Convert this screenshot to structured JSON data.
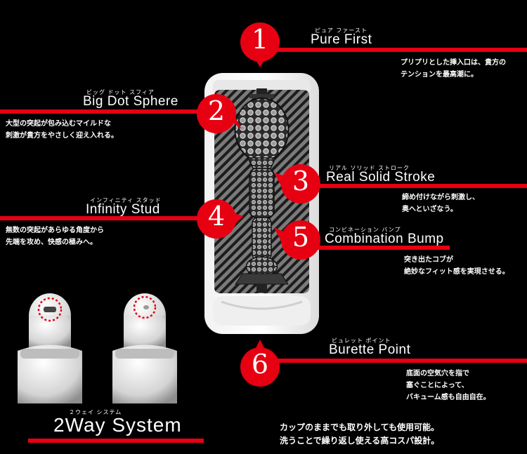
{
  "features": [
    {
      "number": "1",
      "ruby": "ピュア ファースト",
      "title": "Pure First",
      "desc": [
        "プリプリとした挿入口は、貴方の",
        "テンションを最高潮に。"
      ]
    },
    {
      "number": "2",
      "ruby": "ビッグ ドット スフィア",
      "title": "Big Dot Sphere",
      "desc": [
        "大型の突起が包み込むマイルドな",
        "刺激が貴方をやさしく迎え入れる。"
      ]
    },
    {
      "number": "3",
      "ruby": "リアル ソリッド ストローク",
      "title": "Real Solid Stroke",
      "desc": [
        "締め付けながら刺激し、",
        "奥へといざなう。"
      ]
    },
    {
      "number": "4",
      "ruby": "インフィニティ スタッド",
      "title": "Infinity Stud",
      "desc": [
        "無数の突起があらゆる角度から",
        "先端を攻め、快感の極みへ。"
      ]
    },
    {
      "number": "5",
      "ruby": "コンビネーション バンプ",
      "title": "Combination Bump",
      "desc": [
        "突き出たコブが",
        "絶妙なフィット感を実現させる。"
      ]
    },
    {
      "number": "6",
      "ruby": "ビュレット ポイント",
      "title": "Burette Point",
      "desc": [
        "底面の空気穴を指で",
        "塞ぐことによって、",
        "バキューム感も自由自在。"
      ]
    }
  ],
  "twoway": {
    "ruby": "２ウェイ システム",
    "title": "2Way System",
    "desc": [
      "カップのままでも取り外しても使用可能。",
      "洗うことで繰り返し使える高コスパ設計。"
    ]
  },
  "colors": {
    "accent": "#e60012",
    "background": "#000000",
    "text": "#ffffff"
  }
}
